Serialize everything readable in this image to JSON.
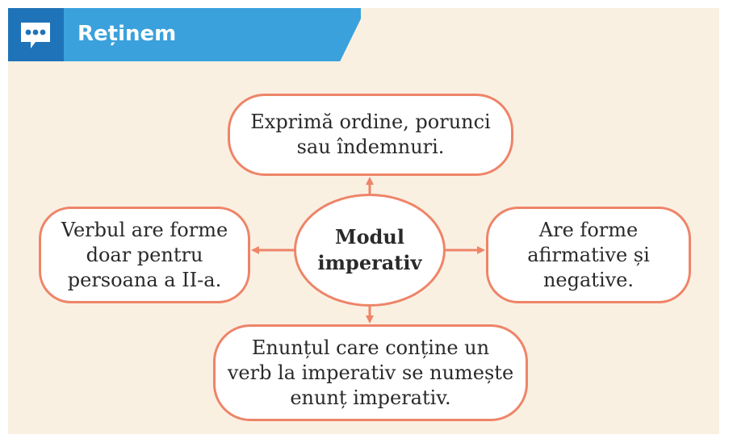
{
  "header": {
    "title": "Reținem",
    "icon": "chat-bubble-icon"
  },
  "diagram": {
    "center": {
      "line1": "Modul",
      "line2": "imperativ"
    },
    "top": {
      "line1": "Exprimă ordine, porunci",
      "line2": "sau îndemnuri."
    },
    "left": {
      "line1": "Verbul are forme",
      "line2": "doar pentru",
      "line3": "persoana a II-a."
    },
    "right": {
      "line1": "Are forme",
      "line2": "afirmative și",
      "line3": "negative."
    },
    "bottom": {
      "line1": "Enunțul care conține un",
      "line2": "verb la imperativ se numește",
      "line3": "enunț imperativ."
    }
  },
  "colors": {
    "accent": "#ee8468",
    "header_dark": "#1f73b8",
    "header_light": "#3aa1dc",
    "panel_bg": "#faf0e2"
  }
}
